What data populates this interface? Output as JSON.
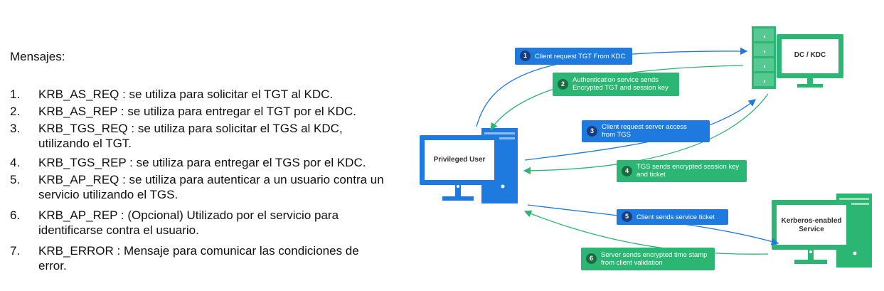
{
  "heading": "Mensajes:",
  "messages": [
    {
      "num": "1.",
      "text": "KRB_AS_REQ : se utiliza para solicitar el TGT al KDC."
    },
    {
      "num": "2.",
      "text": "KRB_AS_REP : se utiliza para entregar el TGT por el KDC."
    },
    {
      "num": "3.",
      "text": "KRB_TGS_REQ : se utiliza para solicitar el TGS al KDC, utilizando el TGT."
    },
    {
      "num": "4.",
      "text": "KRB_TGS_REP : se utiliza para entregar el TGS por el KDC."
    },
    {
      "num": "5.",
      "text": "KRB_AP_REQ : se utiliza para autenticar a un usuario contra un servicio utilizando el TGS."
    },
    {
      "num": "6.",
      "text": "KRB_AP_REP : (Opcional) Utilizado por el servicio para identificarse contra el usuario."
    },
    {
      "num": "7.",
      "text": "KRB_ERROR : Mensaje para comunicar las condiciones de error."
    }
  ],
  "nodes": {
    "privileged_user": "Privileged User",
    "dc_kdc": "DC / KDC",
    "service": "Kerberos-enabled\nService"
  },
  "steps": [
    {
      "num": "1",
      "text": "Client request TGT From KDC",
      "color": "#1f7ae0"
    },
    {
      "num": "2",
      "text": "Authentication service sends\nEncrypted TGT and session key",
      "color": "#2bb673"
    },
    {
      "num": "3",
      "text": "Client request server access\nfrom TGS",
      "color": "#1f7ae0"
    },
    {
      "num": "4",
      "text": "TGS sends encrypted session key\nand ticket",
      "color": "#2bb673"
    },
    {
      "num": "5",
      "text": "Client sends service ticket",
      "color": "#1f7ae0"
    },
    {
      "num": "6",
      "text": "Server sends encrypted time stamp\nfrom client validation",
      "color": "#2bb673"
    }
  ],
  "colors": {
    "request": "#1f7ae0",
    "response": "#2bb673",
    "computer": "#1f7ae0",
    "server": "#2bb673"
  }
}
